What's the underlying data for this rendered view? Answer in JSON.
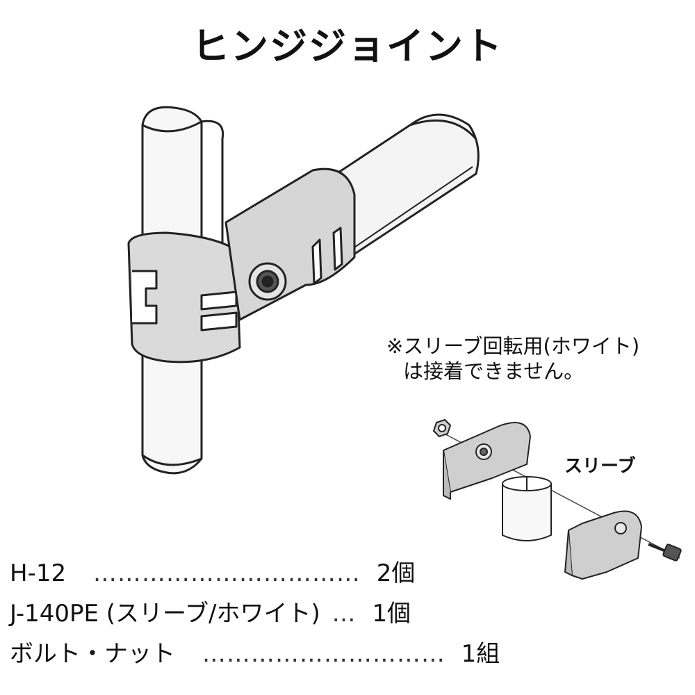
{
  "title": "ヒンジジョイント",
  "note": {
    "line1": "※スリーブ回転用(ホワイト)",
    "line2": "は接着できません。"
  },
  "sleeve_label": "スリーブ",
  "parts": [
    {
      "name": "H-12",
      "dots": "……………………………",
      "qty": "2個"
    },
    {
      "name": "J-140PE (スリーブ/ホワイト)",
      "dots": "…",
      "qty": "1個"
    },
    {
      "name": "ボルト・ナット",
      "dots": "…………………………",
      "qty": "1組"
    }
  ]
}
